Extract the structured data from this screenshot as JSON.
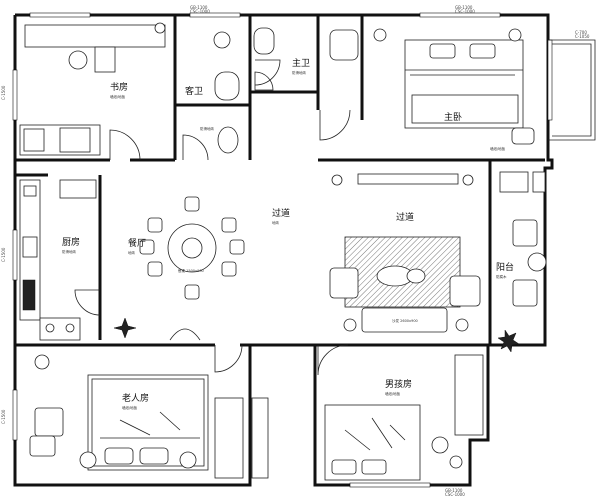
{
  "rooms": {
    "study": "书房",
    "guest_bath": "客卫",
    "master_bath": "主卫",
    "master_bedroom": "主卧",
    "corridor_1": "过道",
    "corridor_2": "过道",
    "kitchen": "厨房",
    "dining": "餐厅",
    "balcony": "阳台",
    "elder_room": "老人房",
    "boy_room": "男孩房"
  },
  "dimensions": {
    "top_window_1": "GB-1100",
    "top_window_1b": "CSC-1000",
    "top_window_2": "GB-1100",
    "top_window_2b": "CSC-1000",
    "right_window": "C-700",
    "right_window_b": "C-1050",
    "left_window_1": "C-1500",
    "left_window_2": "C-1500",
    "left_window_3": "C-1500",
    "bottom_window": "GB-1100",
    "bottom_window_b": "CSC-1000"
  },
  "notes": {
    "study_note": "墙纸/地板",
    "guest_bath_note": "防滑地砖",
    "master_bath_note": "防滑地砖",
    "master_bed_note": "墙纸/地板",
    "corridor_note": "地砖",
    "kitchen_note": "防滑地砖",
    "dining_note": "地砖",
    "balcony_note": "防腐木",
    "elder_note": "墙纸/地板",
    "boy_note": "墙纸/地板",
    "dining_table": "餐桌 1500x900",
    "sofa": "沙发 2600x900",
    "bed_tag": "床 1800x2000"
  }
}
